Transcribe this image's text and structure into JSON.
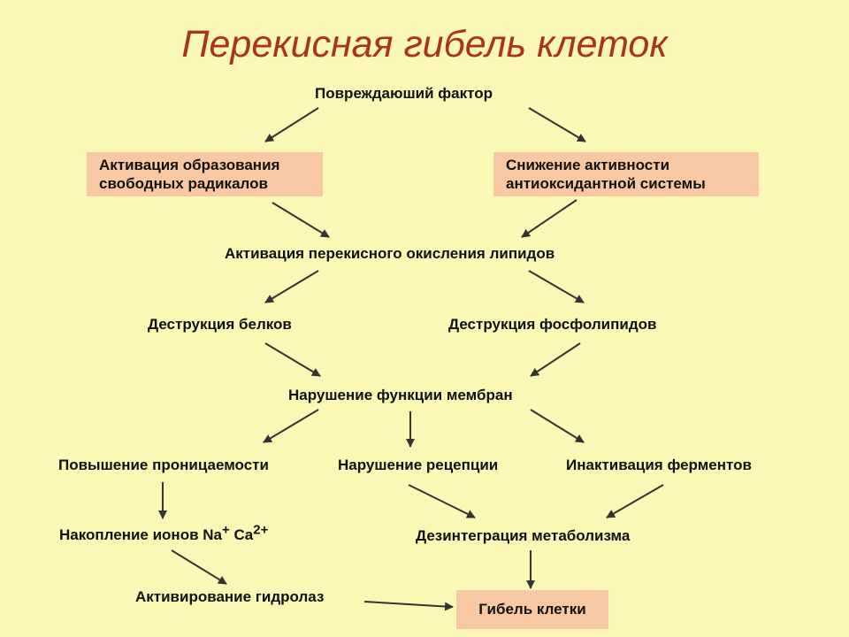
{
  "title": "Перекисная гибель клеток",
  "nodes": {
    "damaging_factor": "Повреждаюший фактор",
    "free_radicals": {
      "line1": "Активация образования",
      "line2": "свободных радикалов"
    },
    "antioxidant": {
      "line1": "Снижение активности",
      "line2": "антиоксидантной системы"
    },
    "lipid_peroxidation": "Активация перекисного окисления липидов",
    "protein_destruction": "Деструкция белков",
    "phospholipid_destruction": "Деструкция фосфолипидов",
    "membrane_dysfunction": "Нарушение функции мембран",
    "permeability": "Повышение проницаемости",
    "reception": "Нарушение рецепции",
    "enzyme_inactivation": "Инактивация ферментов",
    "ion_accumulation": {
      "text": "Накопление ионов Na",
      "sup1": "+",
      "text2": " Ca",
      "sup2": "2+"
    },
    "metabolism": "Дезинтеграция метаболизма",
    "hydrolases": "Активирование гидролаз",
    "cell_death": "Гибель клетки"
  },
  "colors": {
    "background": "#fbf7b4",
    "title": "#a8341c",
    "box_fill": "#f8c8a4",
    "arrow": "#333333"
  }
}
